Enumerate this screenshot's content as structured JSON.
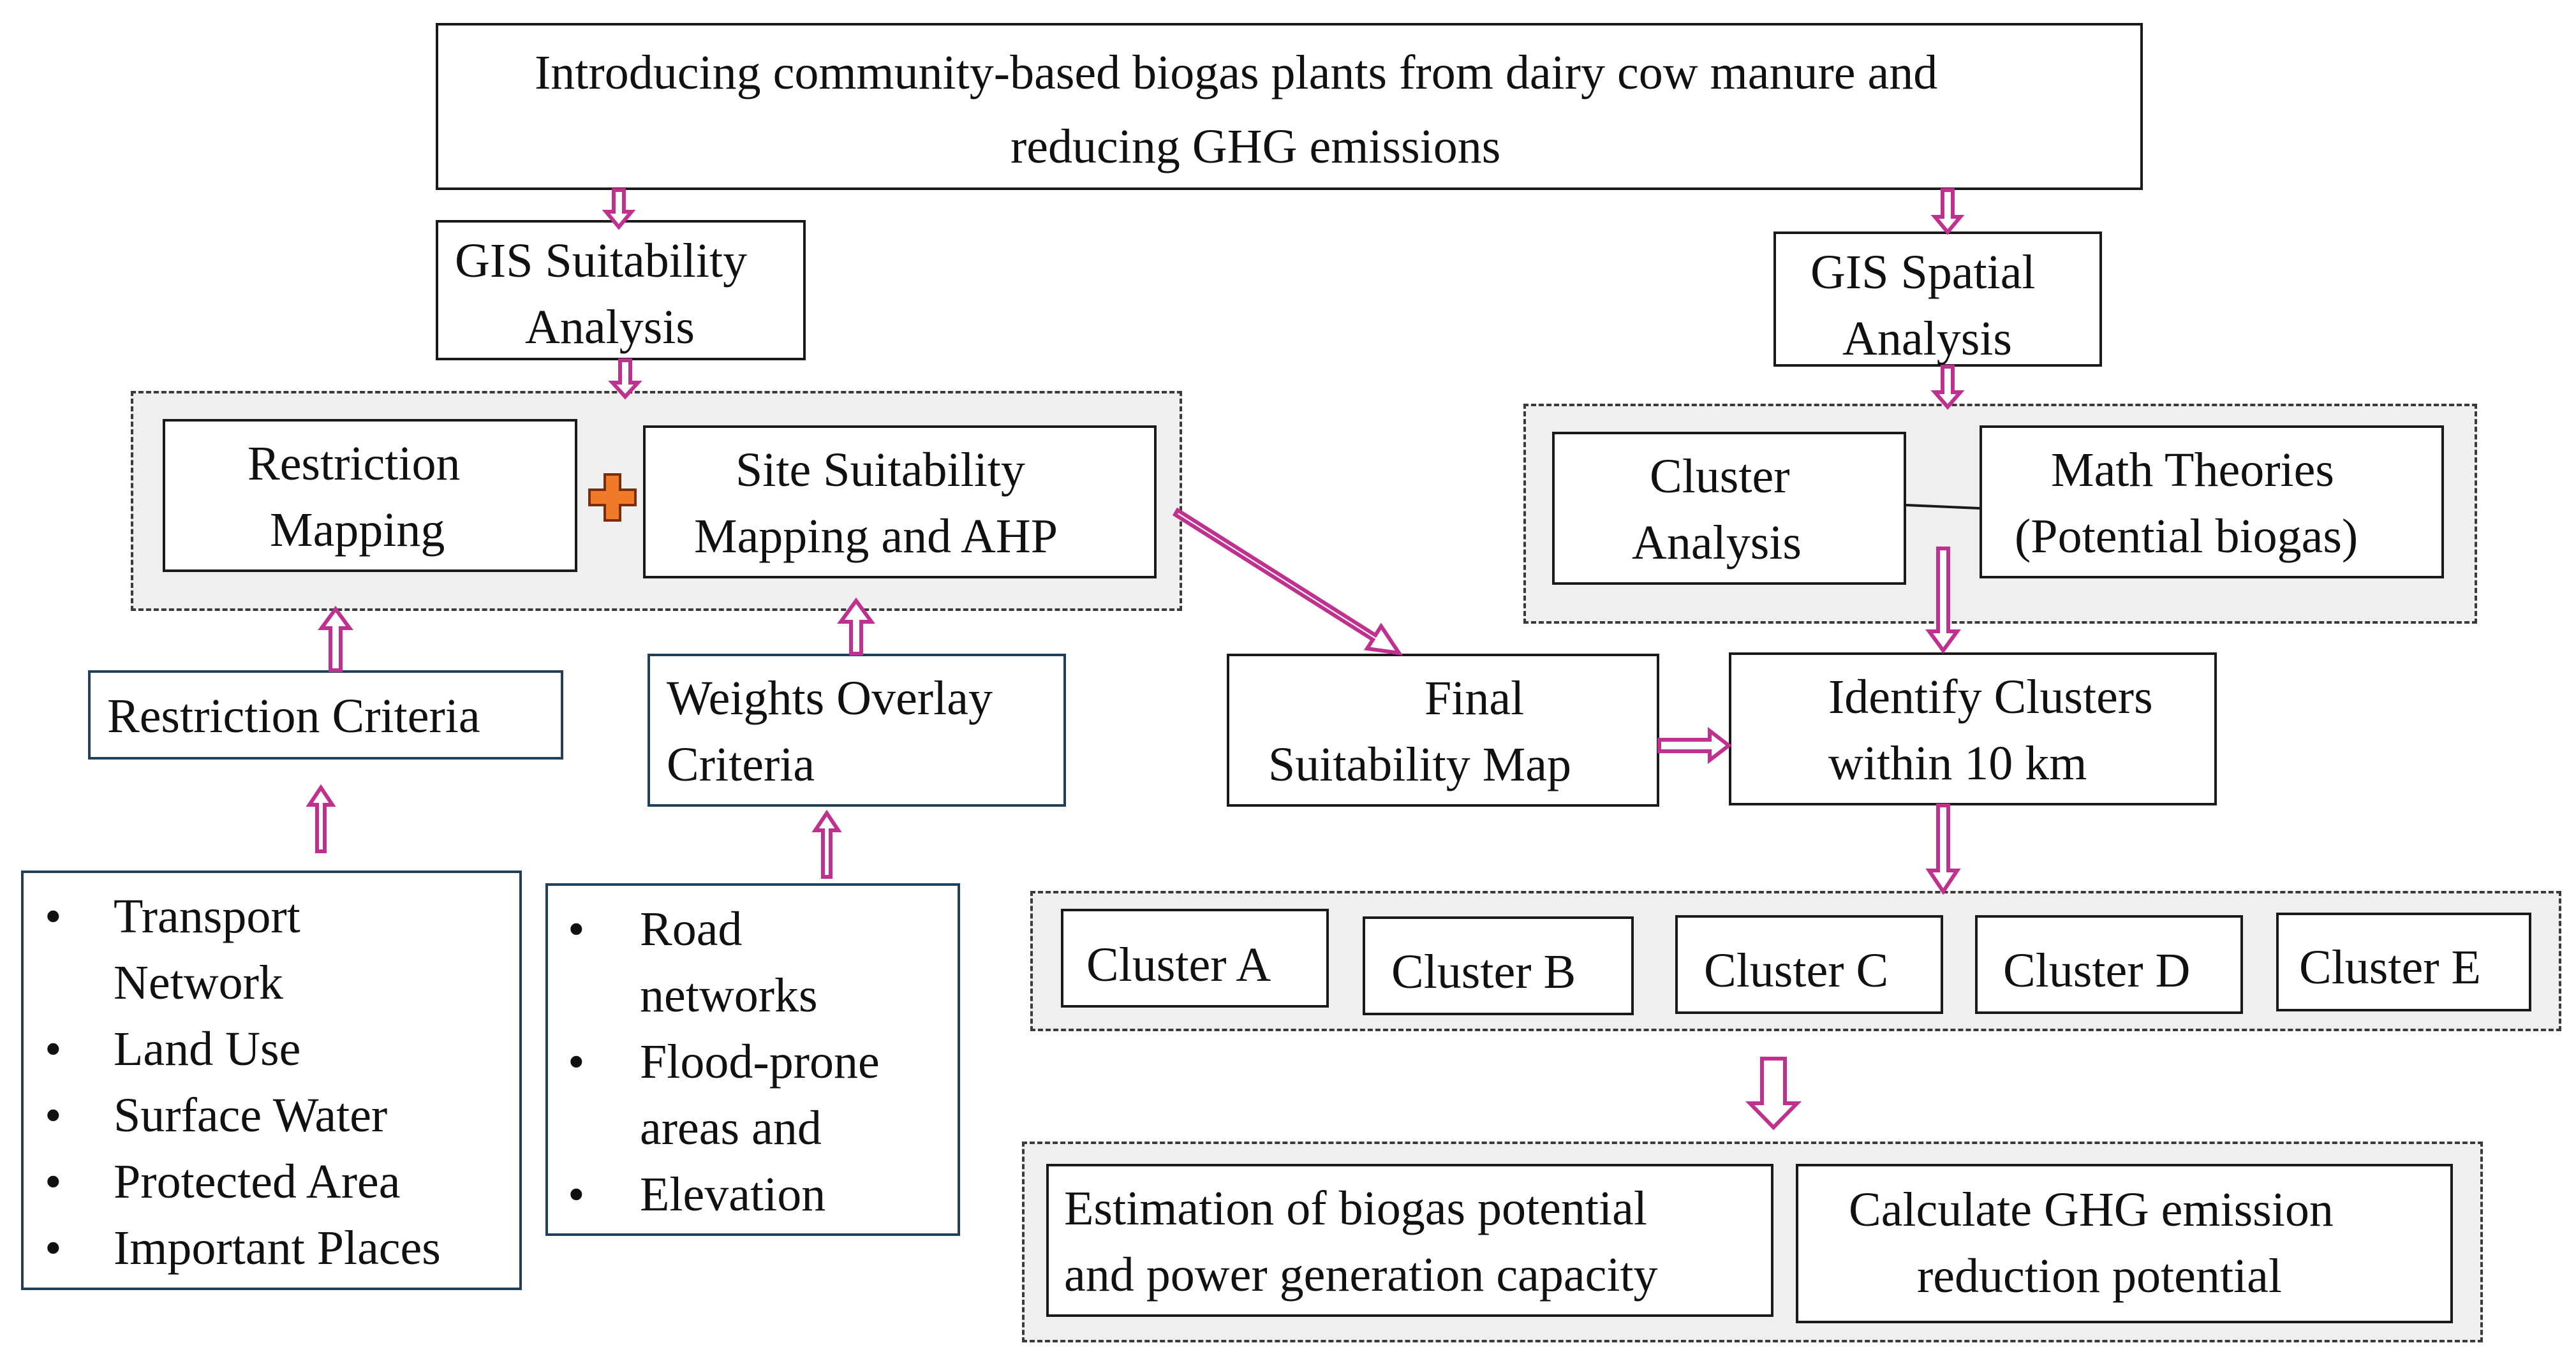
{
  "title": {
    "line1": "Introducing community-based biogas plants from dairy cow manure and",
    "line2": "reducing GHG emissions"
  },
  "gis_suitability": {
    "line1": "GIS Suitability",
    "line2": "Analysis"
  },
  "gis_spatial": {
    "line1": "GIS Spatial",
    "line2": "Analysis"
  },
  "restriction_mapping": {
    "line1": "Restriction",
    "line2": "Mapping"
  },
  "site_suitability": {
    "line1": "Site Suitability",
    "line2": "Mapping and AHP"
  },
  "cluster_analysis": {
    "line1": "Cluster",
    "line2": "Analysis"
  },
  "math_theories": {
    "line1": "Math Theories",
    "line2": "(Potential biogas)"
  },
  "restriction_criteria": {
    "label": "Restriction Criteria"
  },
  "weights_overlay": {
    "line1": "Weights Overlay",
    "line2": "Criteria"
  },
  "final_map": {
    "line1": "Final",
    "line2": "Suitability Map"
  },
  "identify_clusters": {
    "line1": "Identify Clusters",
    "line2": "within 10 km"
  },
  "restriction_list": [
    [
      "Transport",
      "Network"
    ],
    [
      "Land Use"
    ],
    [
      "Surface Water"
    ],
    [
      "Protected Area"
    ],
    [
      "Important Places"
    ]
  ],
  "weights_list": [
    [
      "Road",
      "networks"
    ],
    [
      "Flood-prone",
      "areas and"
    ],
    [
      "Elevation"
    ]
  ],
  "clusters": [
    "Cluster A",
    "Cluster B",
    "Cluster C",
    "Cluster D",
    "Cluster E"
  ],
  "estimation": {
    "line1": "Estimation  of  biogas  potential",
    "line2": "and power generation capacity"
  },
  "ghg": {
    "line1": "Calculate GHG emission",
    "line2": "reduction potential"
  },
  "colors": {
    "arrow": "#c0308e",
    "plus_fill": "#f07a2a",
    "plus_outline": "#7a2e0c",
    "box_border_blue": "#1f3f5b"
  }
}
